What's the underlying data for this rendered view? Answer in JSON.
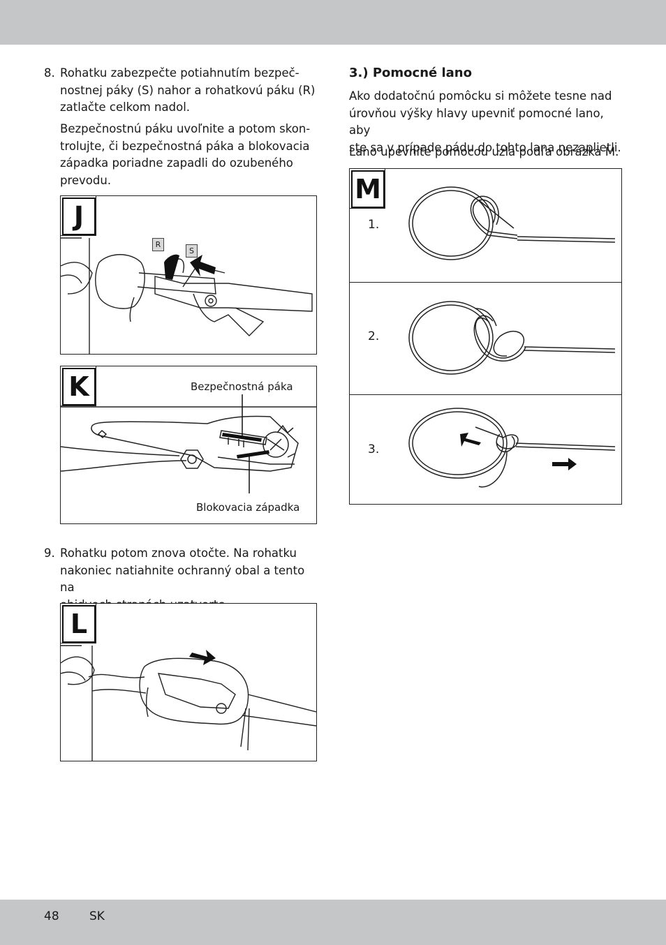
{
  "steps": {
    "step8": {
      "number": "8.",
      "lines": [
        "Rohatku zabezpečte potiahnutím bezpeč-",
        "nostnej páky (S) nahor a rohatkovú páku (R)",
        "zatlačte celkom nadol."
      ],
      "lines2": [
        "Bezpečnostnú páku uvoľnite a potom skon-",
        "trolujte, či bezpečnostná páka a blokovacia",
        "západka poriadne zapadli do ozubeného",
        "prevodu."
      ]
    },
    "step9": {
      "number": "9.",
      "lines": [
        "Rohatku potom znova otočte. Na rohatku",
        "nakoniec natiahnite ochranný obal a tento na",
        "obidvoch stranách uzatvorte."
      ]
    }
  },
  "figures": {
    "J": {
      "label": "J",
      "tag_r": "R",
      "tag_s": "S"
    },
    "K": {
      "label": "K",
      "callout_top": "Bezpečnostná páka",
      "callout_bottom": "Blokovacia západka"
    },
    "L": {
      "label": "L"
    },
    "M": {
      "label": "M",
      "steps": [
        "1.",
        "2.",
        "3."
      ]
    }
  },
  "section": {
    "heading": "3.) Pomocné lano",
    "lines": [
      "Ako dodatočnú pomôcku si môžete tesne nad",
      "úrovňou výšky hlavy upevniť pomocné lano, aby",
      "ste sa v prípade pádu do tohto lana nezaplietli."
    ],
    "line2": "Lano upevnite pomocou uzla podľa obrázka M."
  },
  "footer": {
    "page": "48",
    "lang": "SK"
  }
}
